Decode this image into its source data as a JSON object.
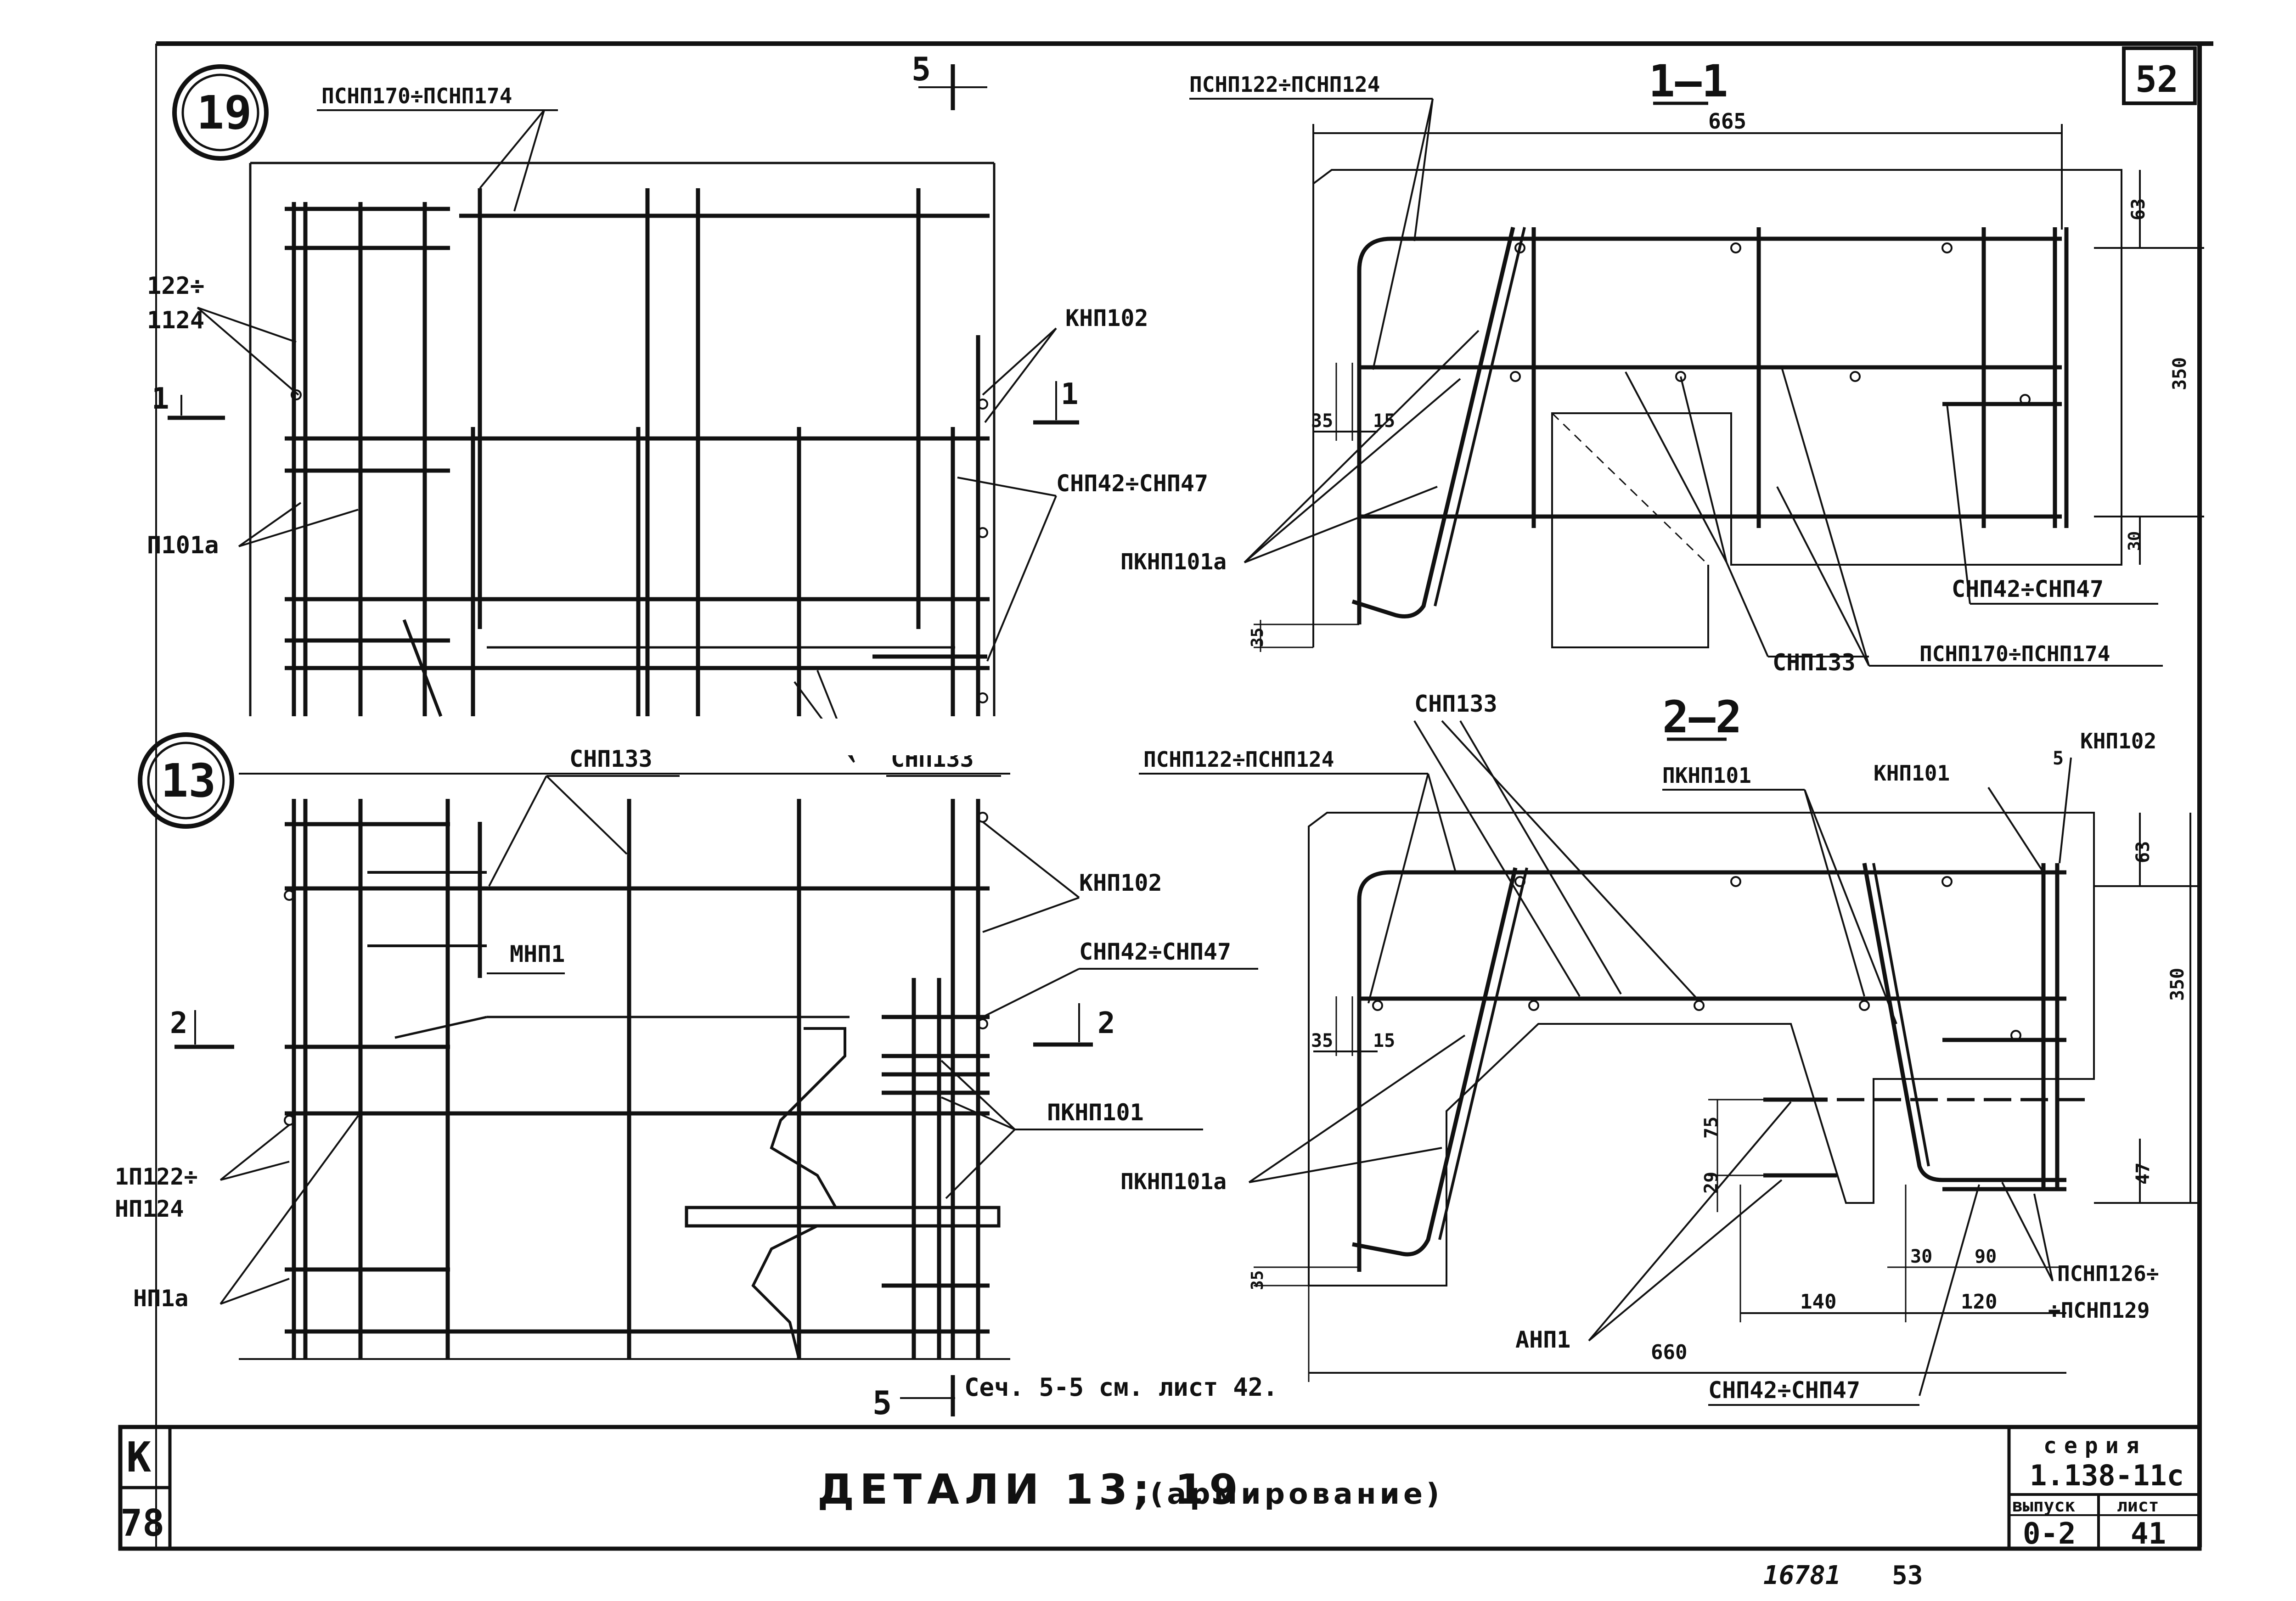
{
  "sheet": {
    "page_number": "52",
    "sheet_number_note": "16781",
    "sheet_number_page": "53",
    "left_margin_mark_a": "К",
    "left_margin_mark_b": "78"
  },
  "title_block": {
    "title_main": "ДЕТАЛИ 13; 19",
    "title_sub": "(армирование)",
    "series_label": "серия",
    "series_value": "1.138-11с",
    "issue_label": "выпуск",
    "issue_value": "0-2",
    "sheet_label": "лист",
    "sheet_value": "41"
  },
  "detail19": {
    "number": "19",
    "section_mark_top": "5",
    "section_mark_left": "1",
    "section_mark_right": "1",
    "labels": {
      "pspn170": "ПСНП170÷ПСНП174",
      "p122a": "122÷",
      "p122b": "1124",
      "knp102": "КНП102",
      "snp42": "СНП42÷СНП47",
      "p101a": "П101а",
      "snp133": "СНП133"
    }
  },
  "detail13": {
    "number": "13",
    "section_mark_left": "2",
    "section_mark_right": "2",
    "section_mark_bottom": "5",
    "note": "Сеч. 5-5 см. лист 42.",
    "labels": {
      "snp133": "СНП133",
      "knp102": "КНП102",
      "mnp1": "МНП1",
      "snp42": "СНП42÷СНП47",
      "pknp101": "ПКНП101",
      "np122a": "1П122÷",
      "np122b": "НП124",
      "np1a": "НП1а"
    }
  },
  "section11": {
    "title": "1—1",
    "dim_width": "665",
    "dim_63": "63",
    "dim_350": "350",
    "dim_30": "30",
    "dim_35": "35",
    "dim_15": "15",
    "dim_35b": "35",
    "labels": {
      "pspn122": "ПСНП122÷ПСНП124",
      "pknp101a": "ПКНП101а",
      "snp133": "СНП133",
      "pspn170": "ПСНП170÷ПСНП174",
      "snp42": "СНП42÷СНП47"
    }
  },
  "section22": {
    "title": "2—2",
    "dim_width": "660",
    "dim_63": "63",
    "dim_350": "350",
    "dim_47": "47",
    "dim_75": "75",
    "dim_29": "29",
    "dim_35": "35",
    "dim_15": "15",
    "dim_35b": "35",
    "dim_30": "30",
    "dim_90": "90",
    "dim_140": "140",
    "dim_120": "120",
    "dim_5": "5",
    "labels": {
      "snp133": "СНП133",
      "pspn122": "ПСНП122÷ПСНП124",
      "pknp101": "ПКНП101",
      "knp101": "КНП101",
      "knp102": "КНП102",
      "pknp101a": "ПКНП101а",
      "pspn126a": "ПСНП126÷",
      "pspn126b": "÷ПСНП129",
      "anp1": "АНП1",
      "snp42": "СНП42÷СНП47"
    }
  }
}
